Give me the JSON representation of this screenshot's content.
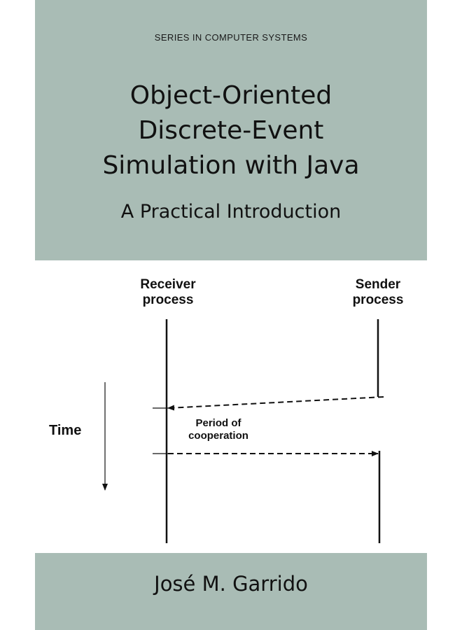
{
  "cover": {
    "series": "SERIES IN COMPUTER SYSTEMS",
    "title_lines": [
      "Object-Oriented",
      "Discrete-Event",
      "Simulation with Java"
    ],
    "subtitle": "A Practical Introduction",
    "author": "José M. Garrido",
    "background_color": "#a9bcb5"
  },
  "diagram": {
    "receiver_label": [
      "Receiver",
      "process"
    ],
    "sender_label": [
      "Sender",
      "process"
    ],
    "time_label": "Time",
    "period_label": [
      "Period of",
      "cooperation"
    ]
  }
}
